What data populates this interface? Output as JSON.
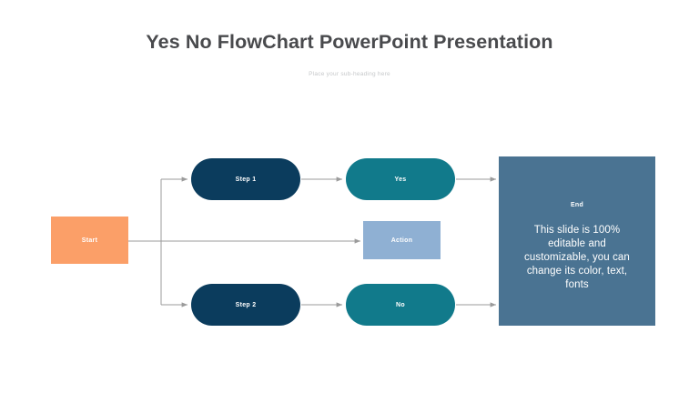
{
  "slide": {
    "title": "Yes No FlowChart PowerPoint Presentation",
    "subtitle": "Place your sub-heading here",
    "background_color": "#ffffff",
    "title_color": "#494a4d",
    "subtitle_color": "#c6c8ca"
  },
  "flowchart": {
    "nodes": [
      {
        "id": "start",
        "label": "Start",
        "shape": "rectangle",
        "color": "#fb9f68"
      },
      {
        "id": "step1",
        "label": "Step 1",
        "shape": "pill",
        "color": "#0b3c5d"
      },
      {
        "id": "step2",
        "label": "Step 2",
        "shape": "pill",
        "color": "#0b3c5d"
      },
      {
        "id": "yes",
        "label": "Yes",
        "shape": "pill",
        "color": "#117a8b"
      },
      {
        "id": "no",
        "label": "No",
        "shape": "pill",
        "color": "#117a8b"
      },
      {
        "id": "action",
        "label": "Action",
        "shape": "rectangle",
        "color": "#8fb0d3"
      },
      {
        "id": "end",
        "label": "End",
        "body": "This slide is 100% editable and customizable, you can change its color, text, fonts",
        "shape": "rectangle",
        "color": "#4a7392"
      }
    ],
    "connector_color": "#9b9b9b"
  }
}
